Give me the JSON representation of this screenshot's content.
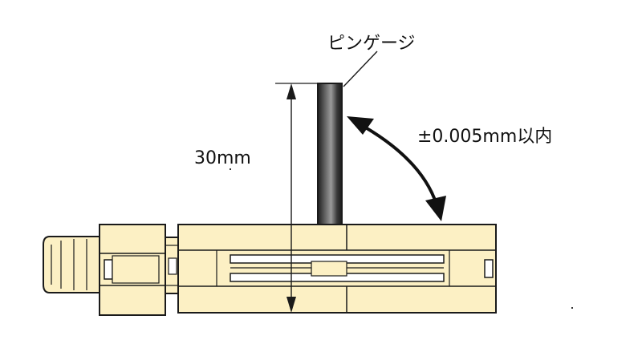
{
  "labels": {
    "pin_gauge": "ピンゲージ",
    "height": "30mm",
    "tolerance": "±0.005mm以内"
  },
  "colors": {
    "block_fill": "#fcf0c4",
    "outline": "#1a1a1a",
    "pin_dark": "#2a2a2a",
    "pin_light": "#8a8a8a",
    "slot_fill": "#ffffff"
  }
}
